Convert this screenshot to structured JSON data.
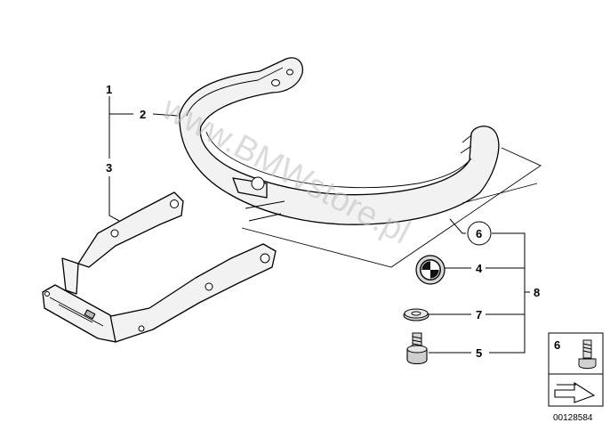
{
  "watermark": "www.BMWstore.pl",
  "diagram_id": "00128584",
  "callouts": [
    {
      "id": "c1",
      "label": "1"
    },
    {
      "id": "c2",
      "label": "2"
    },
    {
      "id": "c3",
      "label": "3"
    },
    {
      "id": "c4",
      "label": "4"
    },
    {
      "id": "c5",
      "label": "5"
    },
    {
      "id": "c6",
      "label": "6"
    },
    {
      "id": "c7",
      "label": "7"
    },
    {
      "id": "c8",
      "label": "8"
    }
  ],
  "legend": {
    "label": "6"
  },
  "colors": {
    "line": "#000000",
    "part_fill": "#f2f2f2",
    "shade": "#b8b8b8",
    "watermark": "#bfbfbf"
  }
}
